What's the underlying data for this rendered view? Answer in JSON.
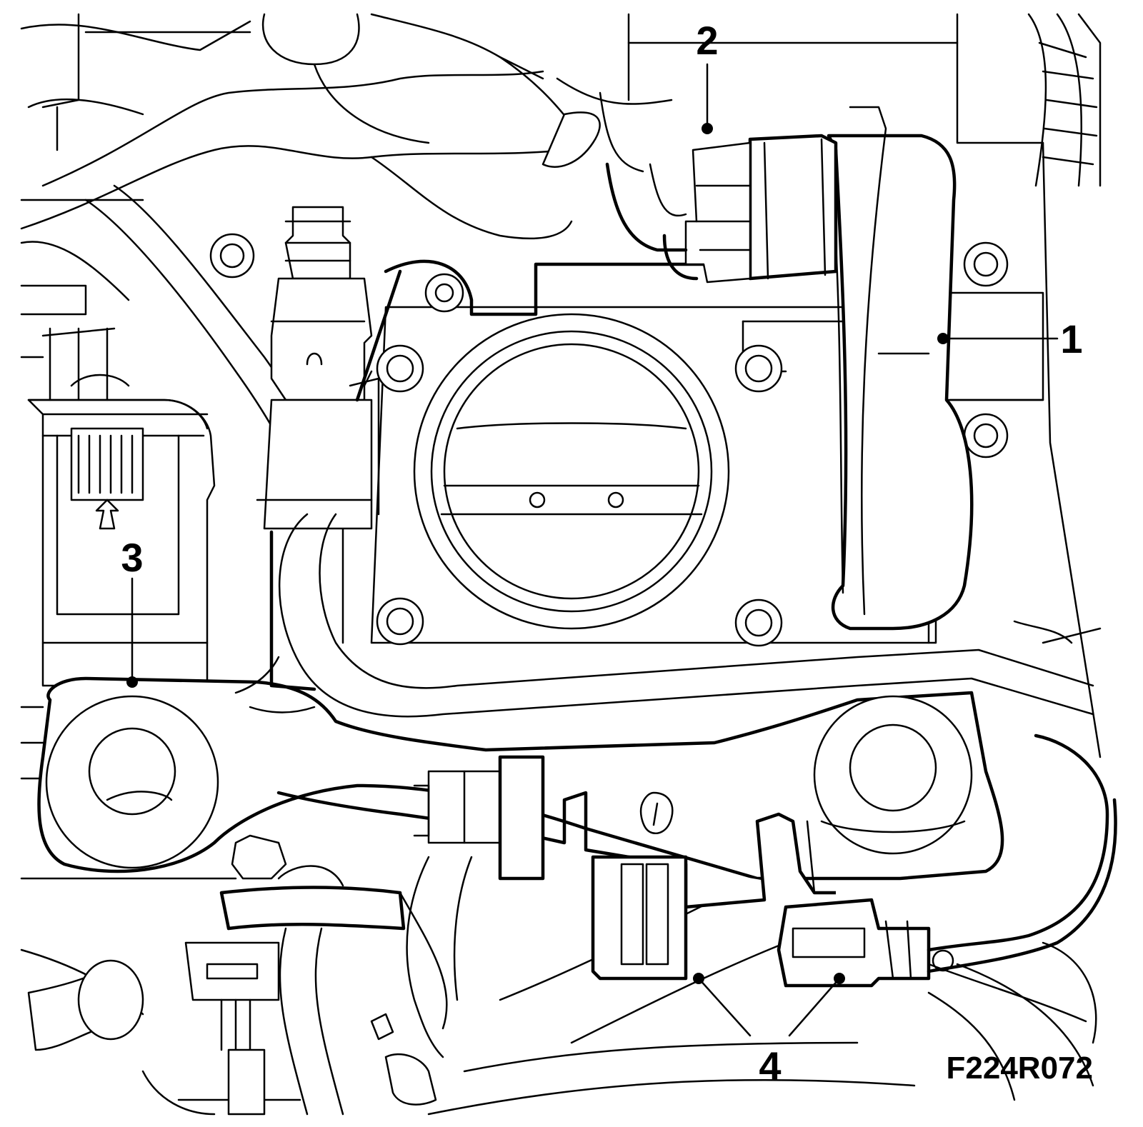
{
  "callouts": [
    {
      "id": "1",
      "label": "1"
    },
    {
      "id": "2",
      "label": "2"
    },
    {
      "id": "3",
      "label": "3"
    },
    {
      "id": "4",
      "label": "4"
    }
  ],
  "figure_code": "F224R072",
  "colors": {
    "line": "#000000",
    "background": "#ffffff"
  }
}
